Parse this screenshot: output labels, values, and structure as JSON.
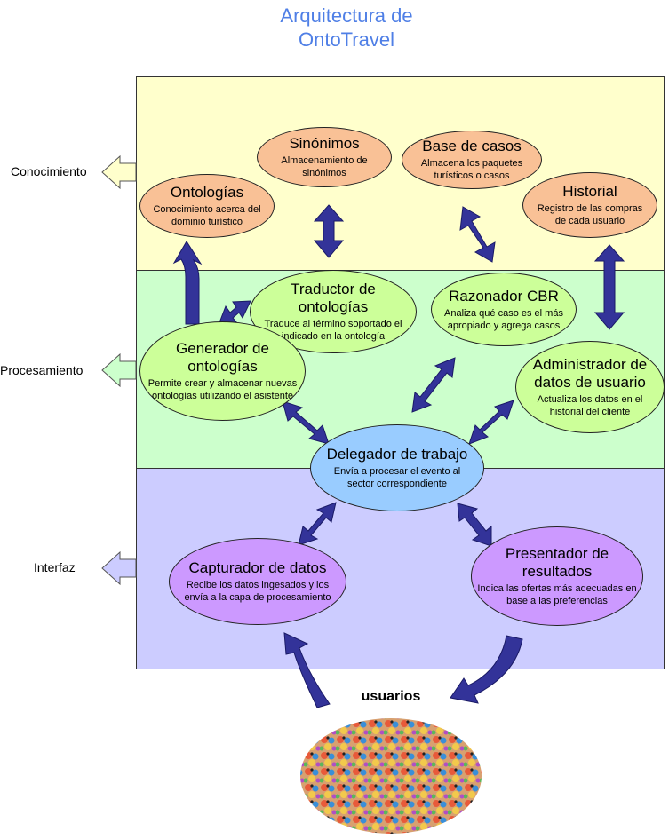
{
  "title": {
    "line1": "Arquitectura de",
    "line2": "OntoTravel"
  },
  "layers": {
    "knowledge": "Conocimiento",
    "processing": "Procesamiento",
    "interface": "Interfaz"
  },
  "nodes": {
    "sinonimos": {
      "title": "Sinónimos",
      "desc": "Almacenamiento de sinónimos"
    },
    "base_casos": {
      "title": "Base de casos",
      "desc": "Almacena los paquetes turísticos o casos"
    },
    "ontologias": {
      "title": "Ontologías",
      "desc": "Conocimiento acerca del dominio turístico"
    },
    "historial": {
      "title": "Historial",
      "desc": "Registro de las compras de cada usuario"
    },
    "traductor": {
      "title": "Traductor de ontologías",
      "desc": "Traduce al término soportado el indicado en la ontología"
    },
    "razonador": {
      "title": "Razonador CBR",
      "desc": "Analiza qué caso es el más apropiado y agrega casos"
    },
    "generador": {
      "title": "Generador de ontologías",
      "desc": "Permite crear y almacenar nuevas ontologías utilizando el asistente"
    },
    "administrador": {
      "title": "Administrador de datos de usuario",
      "desc": "Actualiza los datos en el historial del cliente"
    },
    "delegador": {
      "title": "Delegador de trabajo",
      "desc": "Envía a procesar el evento al sector correspondiente"
    },
    "capturador": {
      "title": "Capturador de datos",
      "desc": "Recibe los datos ingesados y los envía a la capa de procesamiento"
    },
    "presentador": {
      "title": "Presentador de resultados",
      "desc": "Indica las ofertas más adecuadas en base a las preferencias"
    }
  },
  "users": {
    "label": "usuarios"
  },
  "colors": {
    "title": "#4f7fe6",
    "knowledge_band": "#ffffcc",
    "processing_band": "#ccffcc",
    "interface_band": "#ccccff",
    "knowledge_node": "#f9c196",
    "processing_node": "#ccff99",
    "delegator_node": "#99ccff",
    "interface_node": "#cc99ff",
    "arrow": "#333399"
  }
}
